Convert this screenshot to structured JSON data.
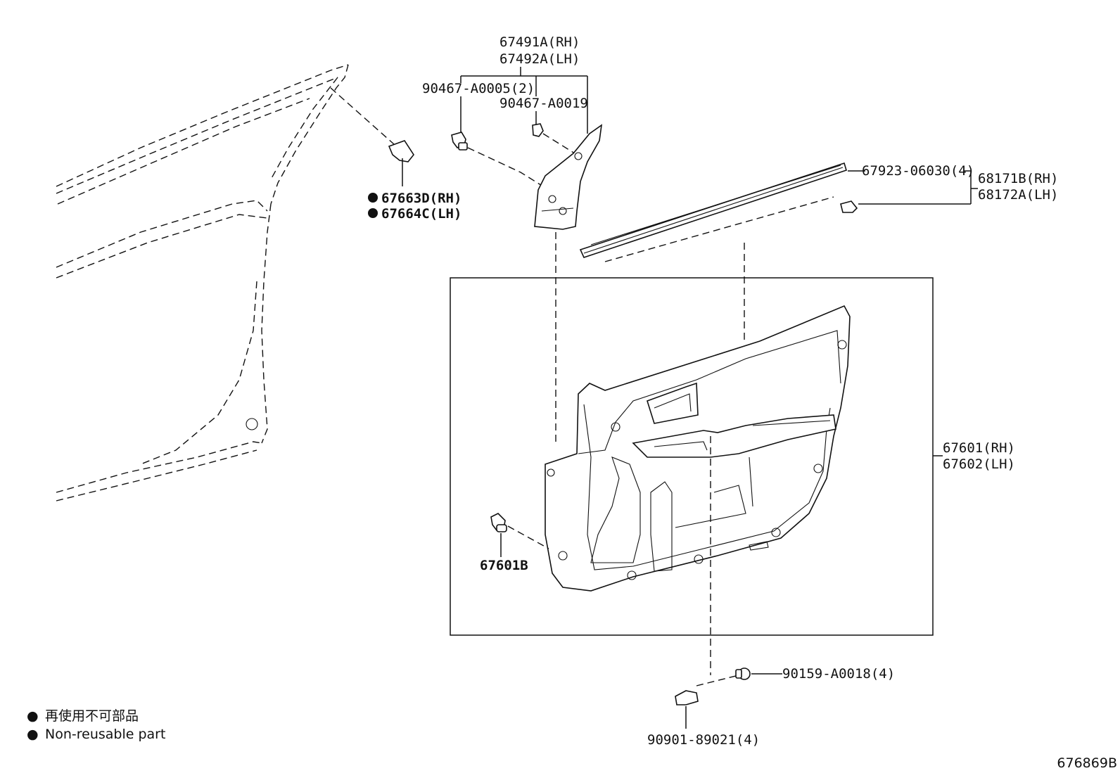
{
  "diagram_id": "676869B",
  "legend": {
    "symbol": "●",
    "japanese": "再使用不可部品",
    "english": "Non-reusable part"
  },
  "parts": {
    "p67491a": "67491A(RH)",
    "p67492a": "67492A(LH)",
    "p90467_a0005": "90467-A0005(2)",
    "p90467_a0019": "90467-A0019",
    "p67663d": "67663D(RH)",
    "p67664c": "67664C(LH)",
    "p67923": "67923-06030(4)",
    "p68171b": "68171B(RH)",
    "p68172a": "68172A(LH)",
    "p67601": "67601(RH)",
    "p67602": "67602(LH)",
    "p67601b": "67601B",
    "p90159": "90159-A0018(4)",
    "p90901": "90901-89021(4)"
  }
}
